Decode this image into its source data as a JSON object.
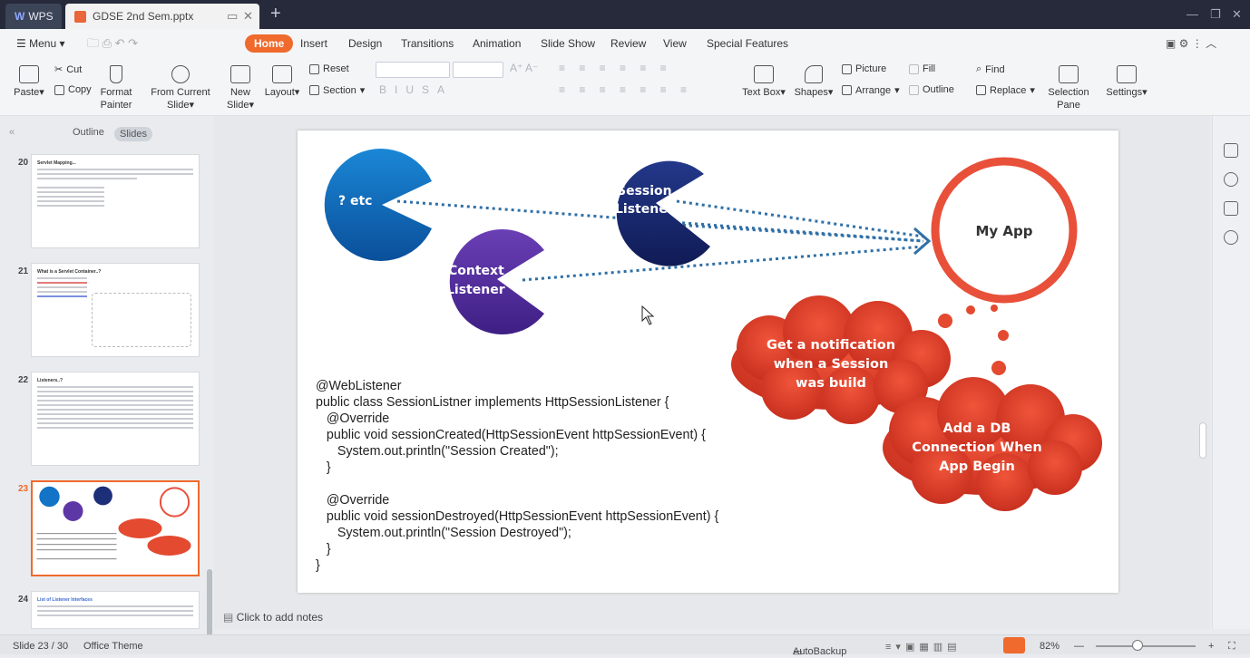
{
  "titlebar": {
    "app_tab": "WPS",
    "doc_tab": "GDSE 2nd Sem.pptx"
  },
  "menu": {
    "menu_label": "Menu",
    "tabs": [
      "Home",
      "Insert",
      "Design",
      "Transitions",
      "Animation",
      "Slide Show",
      "Review",
      "View",
      "Special Features"
    ]
  },
  "ribbon": {
    "paste": "Paste",
    "cut": "Cut",
    "copy": "Copy",
    "format_painter_1": "Format",
    "format_painter_2": "Painter",
    "from_current_1": "From Current",
    "from_current_2": "Slide",
    "new_slide_1": "New",
    "new_slide_2": "Slide",
    "layout": "Layout",
    "reset": "Reset",
    "section": "Section",
    "text_box": "Text Box",
    "shapes": "Shapes",
    "picture": "Picture",
    "arrange": "Arrange",
    "fill": "Fill",
    "outline": "Outline",
    "find": "Find",
    "replace": "Replace",
    "selection_pane_1": "Selection",
    "selection_pane_2": "Pane",
    "settings": "Settings"
  },
  "left_panel": {
    "outline_tab": "Outline",
    "slides_tab": "Slides",
    "thumbs": [
      {
        "num": "20",
        "title": "Servlet Mapping..."
      },
      {
        "num": "21",
        "title": "What is a Servlet Container..?"
      },
      {
        "num": "22",
        "title": "Listeners..?"
      },
      {
        "num": "23",
        "title": ""
      },
      {
        "num": "24",
        "title": "List of Listener Interfaces"
      }
    ]
  },
  "slide": {
    "pac_etc": "? etc",
    "pac_session_1": "Session",
    "pac_session_2": "Listener",
    "pac_context_1": "Context",
    "pac_context_2": "Listener",
    "myapp": "My App",
    "cloud1": [
      "Get a notification",
      "when a Session",
      "was build"
    ],
    "cloud2": [
      "Add a DB",
      "Connection When",
      "App Begin"
    ],
    "code": [
      "@WebListener",
      "public class SessionListner implements HttpSessionListener {",
      "   @Override",
      "   public void sessionCreated(HttpSessionEvent httpSessionEvent) {",
      "      System.out.println(\"Session Created\");",
      "   }",
      "",
      "   @Override",
      "   public void sessionDestroyed(HttpSessionEvent httpSessionEvent) {",
      "      System.out.println(\"Session Destroyed\");",
      "   }",
      "}"
    ]
  },
  "notes_placeholder": "Click to add notes",
  "status": {
    "slide_counter": "Slide 23 / 30",
    "theme": "Office Theme",
    "autobackup": "AutoBackup",
    "zoom": "82%"
  },
  "colors": {
    "accent": "#ef6a2c",
    "cloud_red": "#e34a30",
    "ring_red": "#e8503a",
    "pac_blue": "#1273c7",
    "pac_navy": "#1d2f78",
    "pac_purple": "#5e37a6"
  }
}
